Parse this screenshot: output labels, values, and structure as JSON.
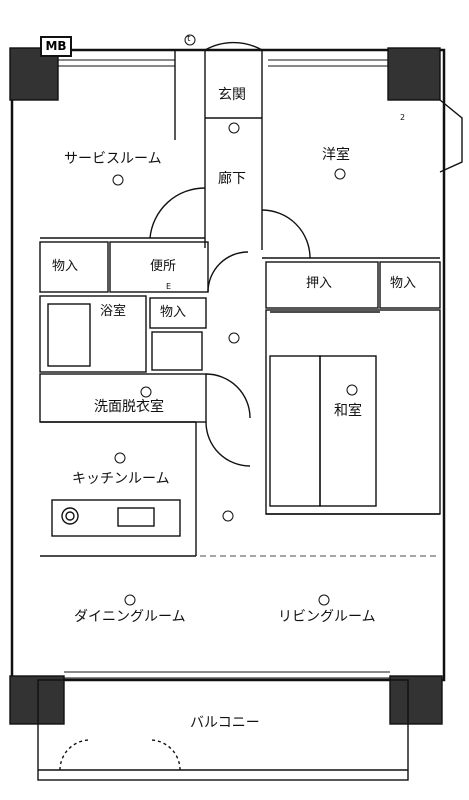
{
  "rooms": {
    "service_room": "サービスルーム",
    "entrance": "玄関",
    "corridor": "廊下",
    "western_room": "洋室",
    "storage_1": "物入",
    "toilet": "便所",
    "closet_oshiire": "押入",
    "storage_2": "物入",
    "bathroom": "浴室",
    "storage_3": "物入",
    "washroom": "洗面脱衣室",
    "japanese_room": "和室",
    "kitchen": "キッチンルーム",
    "dining": "ダイニングルーム",
    "living": "リビングルーム",
    "balcony": "バルコニー"
  },
  "meter_box": "MB",
  "symbols": {
    "tv": "t",
    "outlet_2": "2",
    "gas": "E"
  }
}
